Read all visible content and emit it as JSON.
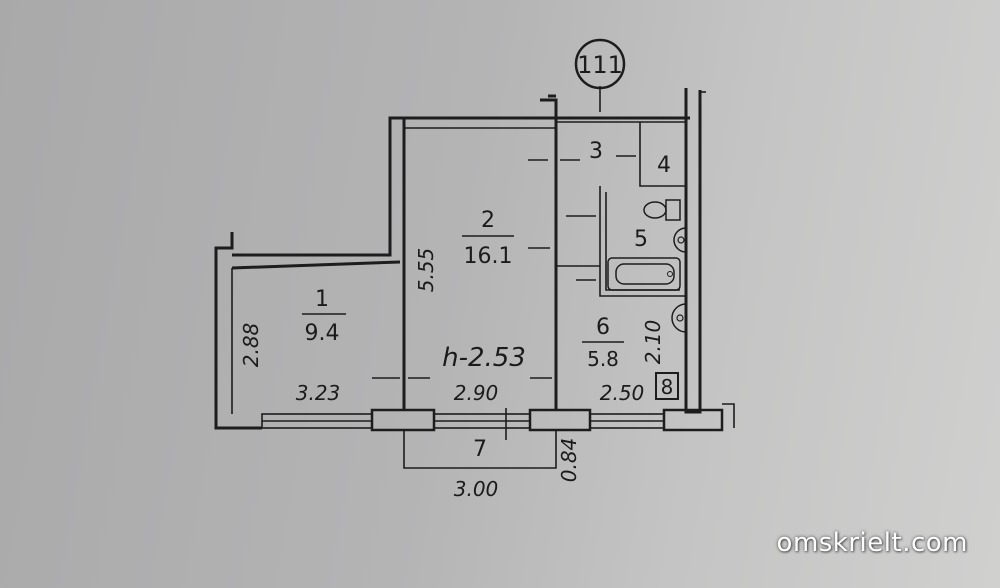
{
  "plan": {
    "unit_tag": "111",
    "rooms": [
      {
        "number": "1",
        "area": "9.4"
      },
      {
        "number": "2",
        "area": "16.1"
      },
      {
        "number": "3"
      },
      {
        "number": "4"
      },
      {
        "number": "5"
      },
      {
        "number": "6",
        "area": "5.8"
      },
      {
        "number": "7"
      },
      {
        "number": "8"
      }
    ],
    "ceiling_height": "h-2.53",
    "dimensions": {
      "room1_width": "3.23",
      "room1_depth": "2.88",
      "room2_width": "2.90",
      "room2_depth": "5.55",
      "room6_width": "2.50",
      "room6_depth": "2.10",
      "balcony_width": "3.00",
      "balcony_depth": "0.84"
    }
  },
  "watermark": "omskrielt.com"
}
